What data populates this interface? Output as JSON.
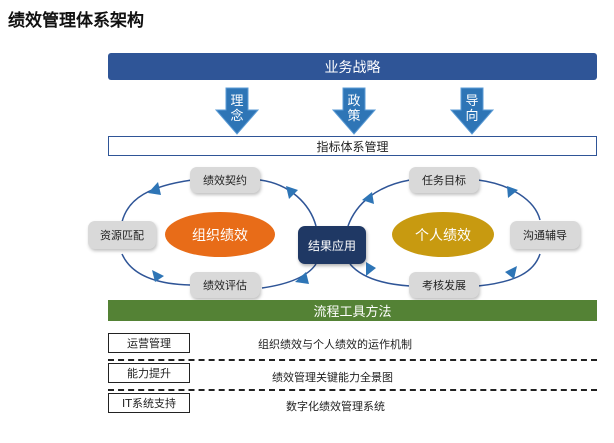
{
  "title": "绩效管理体系架构",
  "strategy": "业务战略",
  "arrows": [
    {
      "chars": [
        "理",
        "念"
      ]
    },
    {
      "chars": [
        "政",
        "策"
      ]
    },
    {
      "chars": [
        "导",
        "向"
      ]
    }
  ],
  "index_system": "指标体系管理",
  "left_ellipse": "组织绩效",
  "right_ellipse": "个人绩效",
  "center": "结果应用",
  "nodes": {
    "contract": "绩效契约",
    "resource": "资源匹配",
    "evaluation": "绩效评估",
    "target": "任务目标",
    "coaching": "沟通辅导",
    "assessment": "考核发展"
  },
  "tools_bar": "流程工具方法",
  "rows": [
    {
      "label": "运营管理",
      "desc": "组织绩效与个人绩效的运作机制"
    },
    {
      "label": "能力提升",
      "desc": "绩效管理关键能力全景图"
    },
    {
      "label": "IT系统支持",
      "desc": "数字化绩效管理系统"
    }
  ],
  "colors": {
    "navy": "#2f5597",
    "dark_navy": "#1f3864",
    "orange": "#e86c18",
    "gold": "#c89a10",
    "green": "#548235",
    "pill": "#d9d9d9"
  }
}
